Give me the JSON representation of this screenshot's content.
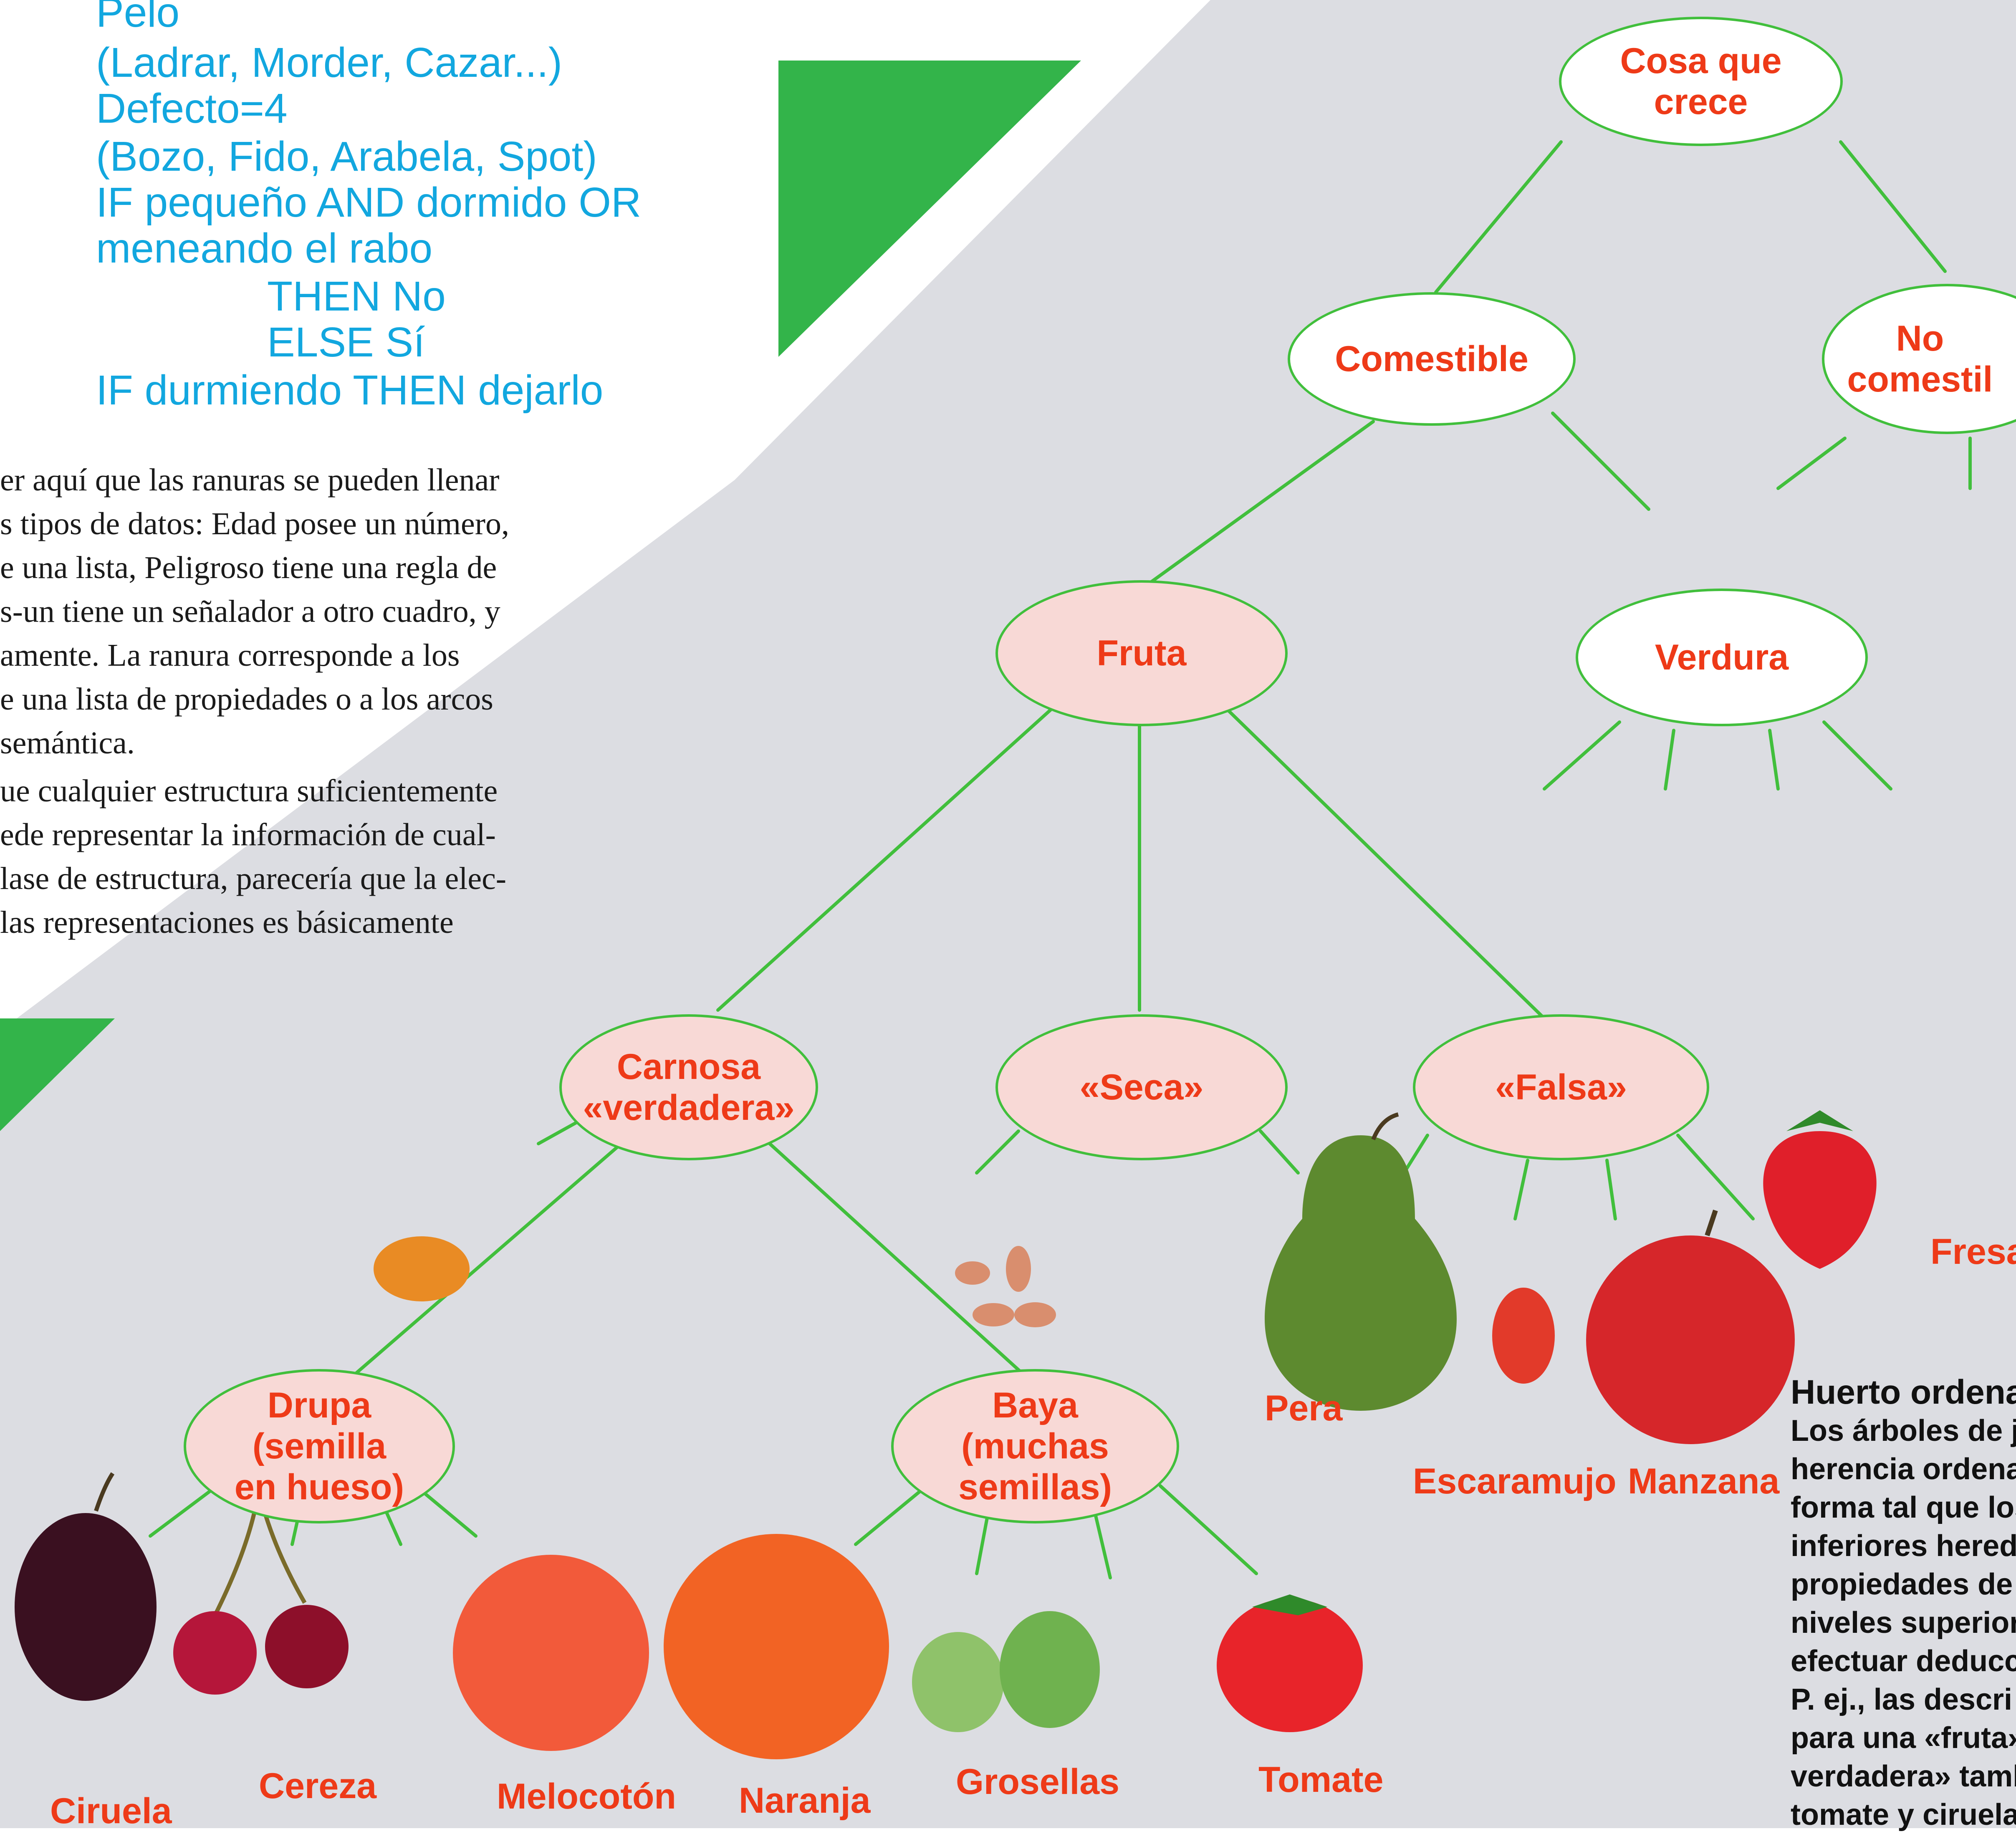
{
  "code_lines": [
    "Pelo",
    "(Ladrar, Morder, Cazar...)",
    "Defecto=4",
    "(Bozo, Fido, Arabela, Spot)",
    "IF pequeño AND dormido OR",
    "meneando el rabo",
    "THEN No",
    "ELSE Sí",
    "IF durmiendo THEN dejarlo"
  ],
  "body_lines": [
    "er aquí que las ranuras se pueden llenar",
    "s tipos de datos: Edad posee un número,",
    "e una lista, Peligroso tiene una regla de",
    "s-un tiene un señalador a otro cuadro, y",
    "amente. La ranura corresponde a los",
    "e una lista de propiedades o a los arcos",
    " semántica.",
    "ue cualquier estructura suficientemente",
    "ede representar la información de cual-",
    "lase de estructura, parecería que la elec-",
    " las representaciones es básicamente"
  ],
  "nodes": {
    "cosa": "Cosa que\ncrece",
    "comestible": "Comestible",
    "no_comestible": "No\ncomestil",
    "fruta": "Fruta",
    "verdura": "Verdura",
    "carnosa": "Carnosa\n«verdadera»",
    "seca": "«Seca»",
    "falsa": "«Falsa»",
    "drupa": "Drupa\n(semilla\nen hueso)",
    "baya": "Baya\n(muchas\nsemillas)"
  },
  "fruit_labels": {
    "ciruela": "Ciruela",
    "cereza": "Cereza",
    "melocoton": "Melocotón",
    "naranja": "Naranja",
    "grosellas": "Grosellas",
    "tomate": "Tomate",
    "pera": "Pera",
    "escaramujo": "Escaramujo",
    "manzana": "Manzana",
    "fresa": "Fresa"
  },
  "caption": {
    "title": "Huerto ordenado",
    "lines": [
      "Los árboles de je",
      "herencia ordenan",
      "forma tal que los",
      "inferiores hereda",
      "propiedades de e",
      "niveles superiore",
      "efectuar deducci",
      "P. ej., las descri",
      "para una «fruta»",
      "verdadera» tamb",
      "tomate y ciruela"
    ]
  },
  "colors": {
    "line_green": "#41bf3c",
    "triangle_green": "#33b44a",
    "node_text": "#ee3a18",
    "code_blue": "#12a7df",
    "gray_panel": "#dcdde2",
    "pink_node": "#f8d9d6"
  }
}
